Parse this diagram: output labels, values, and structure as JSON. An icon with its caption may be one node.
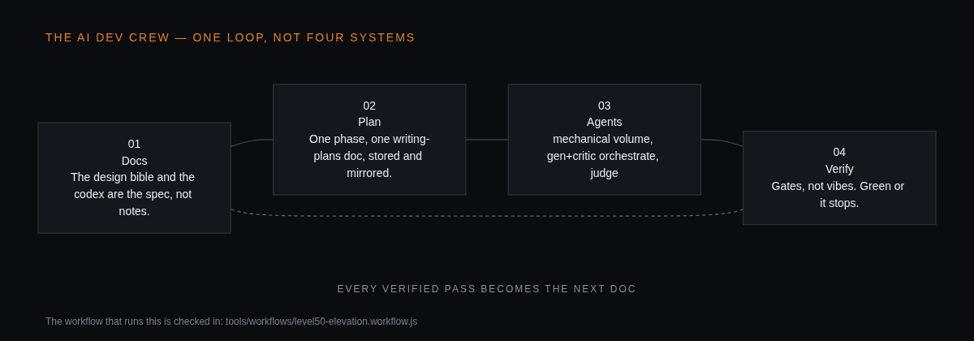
{
  "diagram": {
    "title": "THE AI DEV CREW — ONE LOOP, NOT FOUR SYSTEMS",
    "caption": "The workflow that runs this is checked in: tools/workflows/level50-elevation.workflow.js",
    "nodes": [
      {
        "text": [
          "01",
          "Docs",
          "The design bible and the codex are the spec, not notes."
        ]
      },
      {
        "text": [
          "02",
          "Plan",
          "One phase, one writing-plans doc, stored and mirrored."
        ]
      },
      {
        "text": [
          "03",
          "Agents",
          "mechanical volume, gen+critic orchestrate, judge"
        ]
      },
      {
        "text": [
          "04",
          "Verify",
          "Gates, not vibes. Green or it stops."
        ]
      }
    ],
    "edges": [
      {
        "from": 0,
        "to": 1,
        "arrow": "none"
      },
      {
        "from": 1,
        "to": 2,
        "arrow": "none"
      },
      {
        "from": 2,
        "to": 3,
        "arrow": "none"
      },
      {
        "from": 3,
        "to": 0,
        "arrow": "none",
        "style": "dashed"
      }
    ],
    "labels": [
      "EVERY VERIFIED PASS BECOMES THE NEXT DOC"
    ]
  }
}
